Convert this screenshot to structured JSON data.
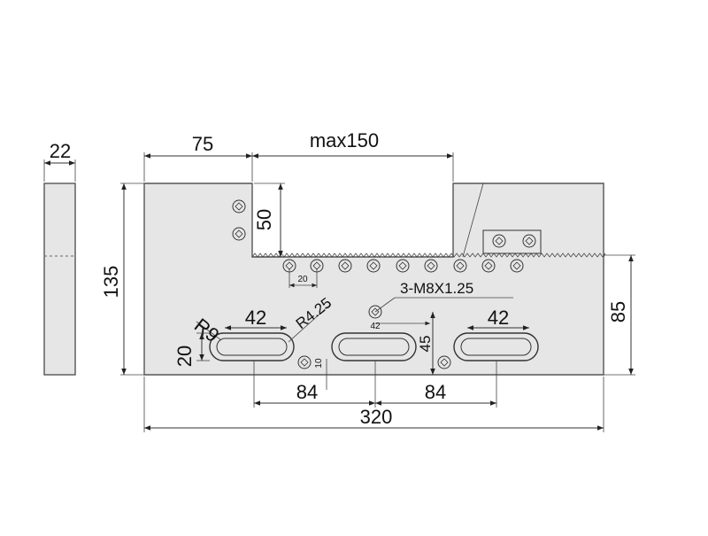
{
  "dimensions": {
    "side_width": "22",
    "top_left": "75",
    "top_opening": "max150",
    "height_total": "135",
    "jaw_depth": "50",
    "right_height": "85",
    "pitch": "20",
    "thread": "3-M8X1.25",
    "slot_length": "42",
    "slot_length_right": "42",
    "center_small": "42",
    "radius_slot": "R9",
    "radius_end": "R4.25",
    "slot_height": "20",
    "offset_small": "10",
    "hole_height": "45",
    "spacing_left": "84",
    "spacing_right": "84",
    "total_length": "320"
  },
  "colors": {
    "plate": "#e6e6e6",
    "outline": "#555555",
    "lines": "#333333"
  }
}
